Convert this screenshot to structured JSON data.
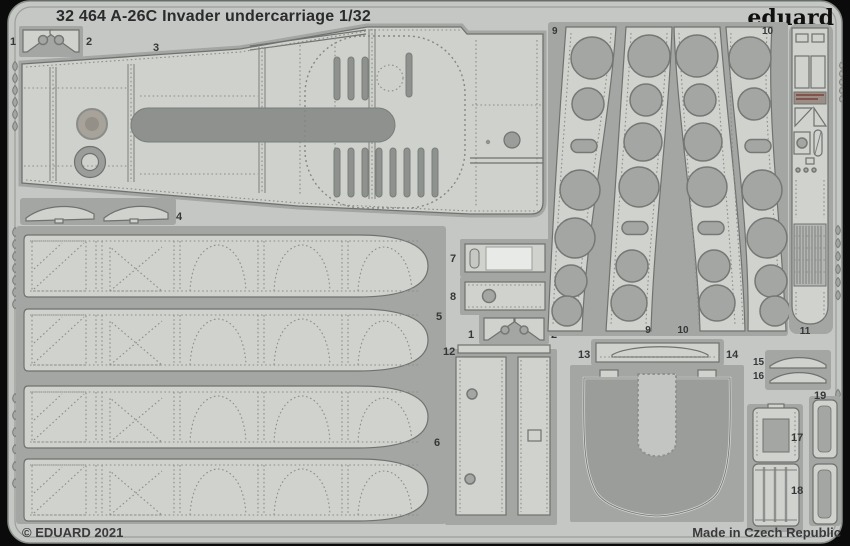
{
  "product": {
    "title": "32 464  A-26C Invader undercarriage   1/32",
    "brand_logo": "eduard",
    "copyright": "© EDUARD 2021",
    "made_in": "Made in Czech Republic"
  },
  "sheet": {
    "part_labels": [
      "1",
      "2",
      "3",
      "4",
      "9",
      "10",
      "5",
      "6",
      "7",
      "8",
      "1",
      "2",
      "12",
      "9",
      "10",
      "11",
      "13",
      "14",
      "15",
      "16",
      "19",
      "17",
      "18"
    ]
  },
  "colors": {
    "background": "#0b0b0b",
    "sheet_metal": "#c5c7c4",
    "recessed_etch": "#a3a6a2",
    "part_surface": "#d0d2ce",
    "half_etch_dark": "#8e918d",
    "outline": "#6f726e",
    "text": "#2b2b2d",
    "placard_red": "#7a4038"
  }
}
